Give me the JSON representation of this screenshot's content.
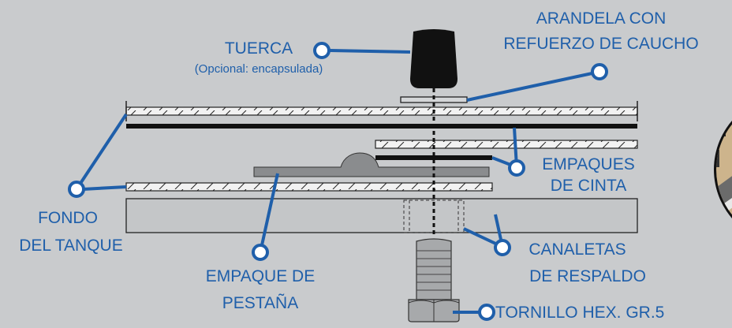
{
  "labels": {
    "tuerca": "TUERCA",
    "tuerca_note": "(Opcional: encapsulada)",
    "arandela_l1": "ARANDELA CON",
    "arandela_l2": "REFUERZO DE CAUCHO",
    "empaques_l1": "EMPAQUES",
    "empaques_l2": "DE CINTA",
    "fondo_l1": "FONDO",
    "fondo_l2": "DEL TANQUE",
    "canaletas_l1": "CANALETAS",
    "canaletas_l2": "DE RESPALDO",
    "empaque_pestana_l1": "EMPAQUE DE",
    "empaque_pestana_l2": "PESTAÑA",
    "tornillo": "TORNILLO HEX. GR.5"
  },
  "colors": {
    "background": "#c9cbcd",
    "callout": "#1f5faa",
    "part_dark": "#111111",
    "plate_fill": "#c4c6c8",
    "gasket_fill": "#8a8c8e"
  },
  "icons": {
    "nut": "hex-nut",
    "bolt": "hex-bolt",
    "callout_marker": "circle-marker"
  }
}
